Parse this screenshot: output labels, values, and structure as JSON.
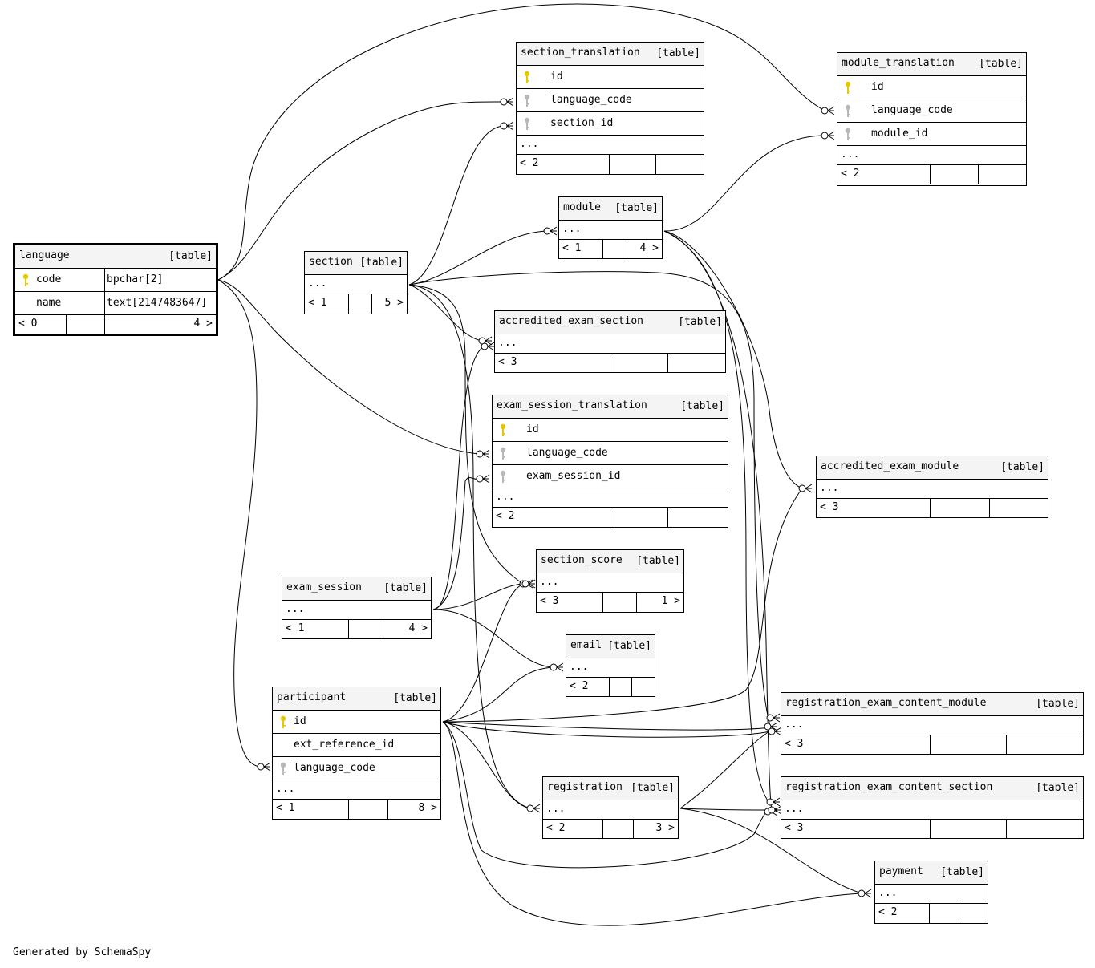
{
  "footer": "Generated by SchemaSpy",
  "labels": {
    "table_tag": "[table]",
    "ellipsis": "...",
    "left_arrow": "<",
    "right_arrow": ">"
  },
  "colors": {
    "primary_key": "#e6c800",
    "foreign_key": "#b8b8b8",
    "header_bg": "#f4f4f4",
    "line": "#000000"
  },
  "tables": {
    "language": {
      "name": "language",
      "type": "[table]",
      "columns": [
        {
          "name": "code",
          "type": "bpchar[2]",
          "key": "primary"
        },
        {
          "name": "name",
          "type": "text[2147483647]",
          "key": ""
        }
      ],
      "parents": "0",
      "children": "4"
    },
    "section_translation": {
      "name": "section_translation",
      "type": "[table]",
      "columns": [
        {
          "name": "id",
          "key": "primary"
        },
        {
          "name": "language_code",
          "key": "foreign"
        },
        {
          "name": "section_id",
          "key": "foreign"
        }
      ],
      "parents": "2",
      "children": ""
    },
    "module_translation": {
      "name": "module_translation",
      "type": "[table]",
      "columns": [
        {
          "name": "id",
          "key": "primary"
        },
        {
          "name": "language_code",
          "key": "foreign"
        },
        {
          "name": "module_id",
          "key": "foreign"
        }
      ],
      "parents": "2",
      "children": ""
    },
    "module": {
      "name": "module",
      "type": "[table]",
      "parents": "1",
      "children": "4"
    },
    "section": {
      "name": "section",
      "type": "[table]",
      "parents": "1",
      "children": "5"
    },
    "accredited_exam_section": {
      "name": "accredited_exam_section",
      "type": "[table]",
      "parents": "3",
      "children": ""
    },
    "exam_session_translation": {
      "name": "exam_session_translation",
      "type": "[table]",
      "columns": [
        {
          "name": "id",
          "key": "primary"
        },
        {
          "name": "language_code",
          "key": "foreign"
        },
        {
          "name": "exam_session_id",
          "key": "foreign"
        }
      ],
      "parents": "2",
      "children": ""
    },
    "accredited_exam_module": {
      "name": "accredited_exam_module",
      "type": "[table]",
      "parents": "3",
      "children": ""
    },
    "section_score": {
      "name": "section_score",
      "type": "[table]",
      "parents": "3",
      "children": "1"
    },
    "exam_session": {
      "name": "exam_session",
      "type": "[table]",
      "parents": "1",
      "children": "4"
    },
    "email": {
      "name": "email",
      "type": "[table]",
      "parents": "2",
      "children": ""
    },
    "participant": {
      "name": "participant",
      "type": "[table]",
      "columns": [
        {
          "name": "id",
          "key": "primary"
        },
        {
          "name": "ext_reference_id",
          "key": ""
        },
        {
          "name": "language_code",
          "key": "foreign"
        }
      ],
      "parents": "1",
      "children": "8"
    },
    "registration_exam_content_module": {
      "name": "registration_exam_content_module",
      "type": "[table]",
      "parents": "3",
      "children": ""
    },
    "registration": {
      "name": "registration",
      "type": "[table]",
      "parents": "2",
      "children": "3"
    },
    "registration_exam_content_section": {
      "name": "registration_exam_content_section",
      "type": "[table]",
      "parents": "3",
      "children": ""
    },
    "payment": {
      "name": "payment",
      "type": "[table]",
      "parents": "2",
      "children": ""
    }
  }
}
